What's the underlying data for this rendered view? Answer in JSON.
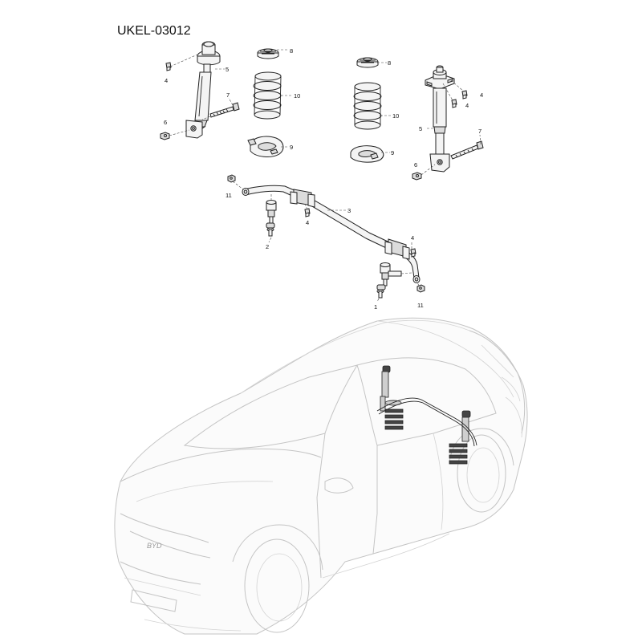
{
  "diagram": {
    "code": "UKEL-03012",
    "callouts": {
      "c1": "1",
      "c2": "2",
      "c3": "3",
      "c4a": "4",
      "c4b": "4",
      "c4c": "4",
      "c4d": "4",
      "c4e": "4",
      "c5a": "5",
      "c5b": "5",
      "c6a": "6",
      "c6b": "6",
      "c7a": "7",
      "c7b": "7",
      "c8a": "8",
      "c8b": "8",
      "c9a": "9",
      "c9b": "9",
      "c10a": "10",
      "c10b": "10",
      "c11a": "11",
      "c11b": "11"
    },
    "logo": "BYD"
  }
}
